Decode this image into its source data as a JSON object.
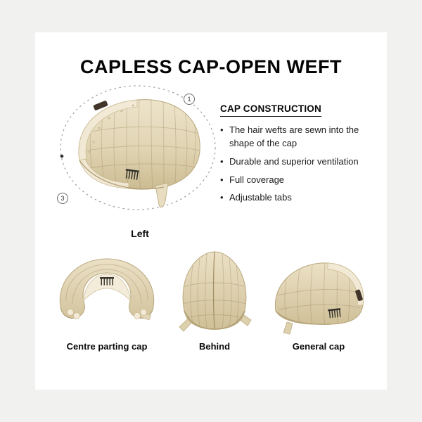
{
  "title": "CAPLESS CAP-OPEN WEFT",
  "construction": {
    "heading": "CAP CONSTRUCTION",
    "bullet_glyph": "•",
    "bullets": [
      "The hair wefts are sewn into the shape of the cap",
      "Durable and superior ventilation",
      "Full coverage",
      "Adjustable tabs"
    ]
  },
  "markers": {
    "top_right": "1",
    "bottom_left": "3"
  },
  "captions": {
    "left": "Left",
    "centre_parting": "Centre parting cap",
    "behind": "Behind",
    "general": "General cap"
  },
  "colors": {
    "background": "#f1f1f0",
    "card": "#ffffff",
    "text": "#111111",
    "cap_base": "#e3d7ba",
    "cap_shade": "#cdbd95",
    "lace": "#f2ead7",
    "dark_tab": "#41352a"
  }
}
